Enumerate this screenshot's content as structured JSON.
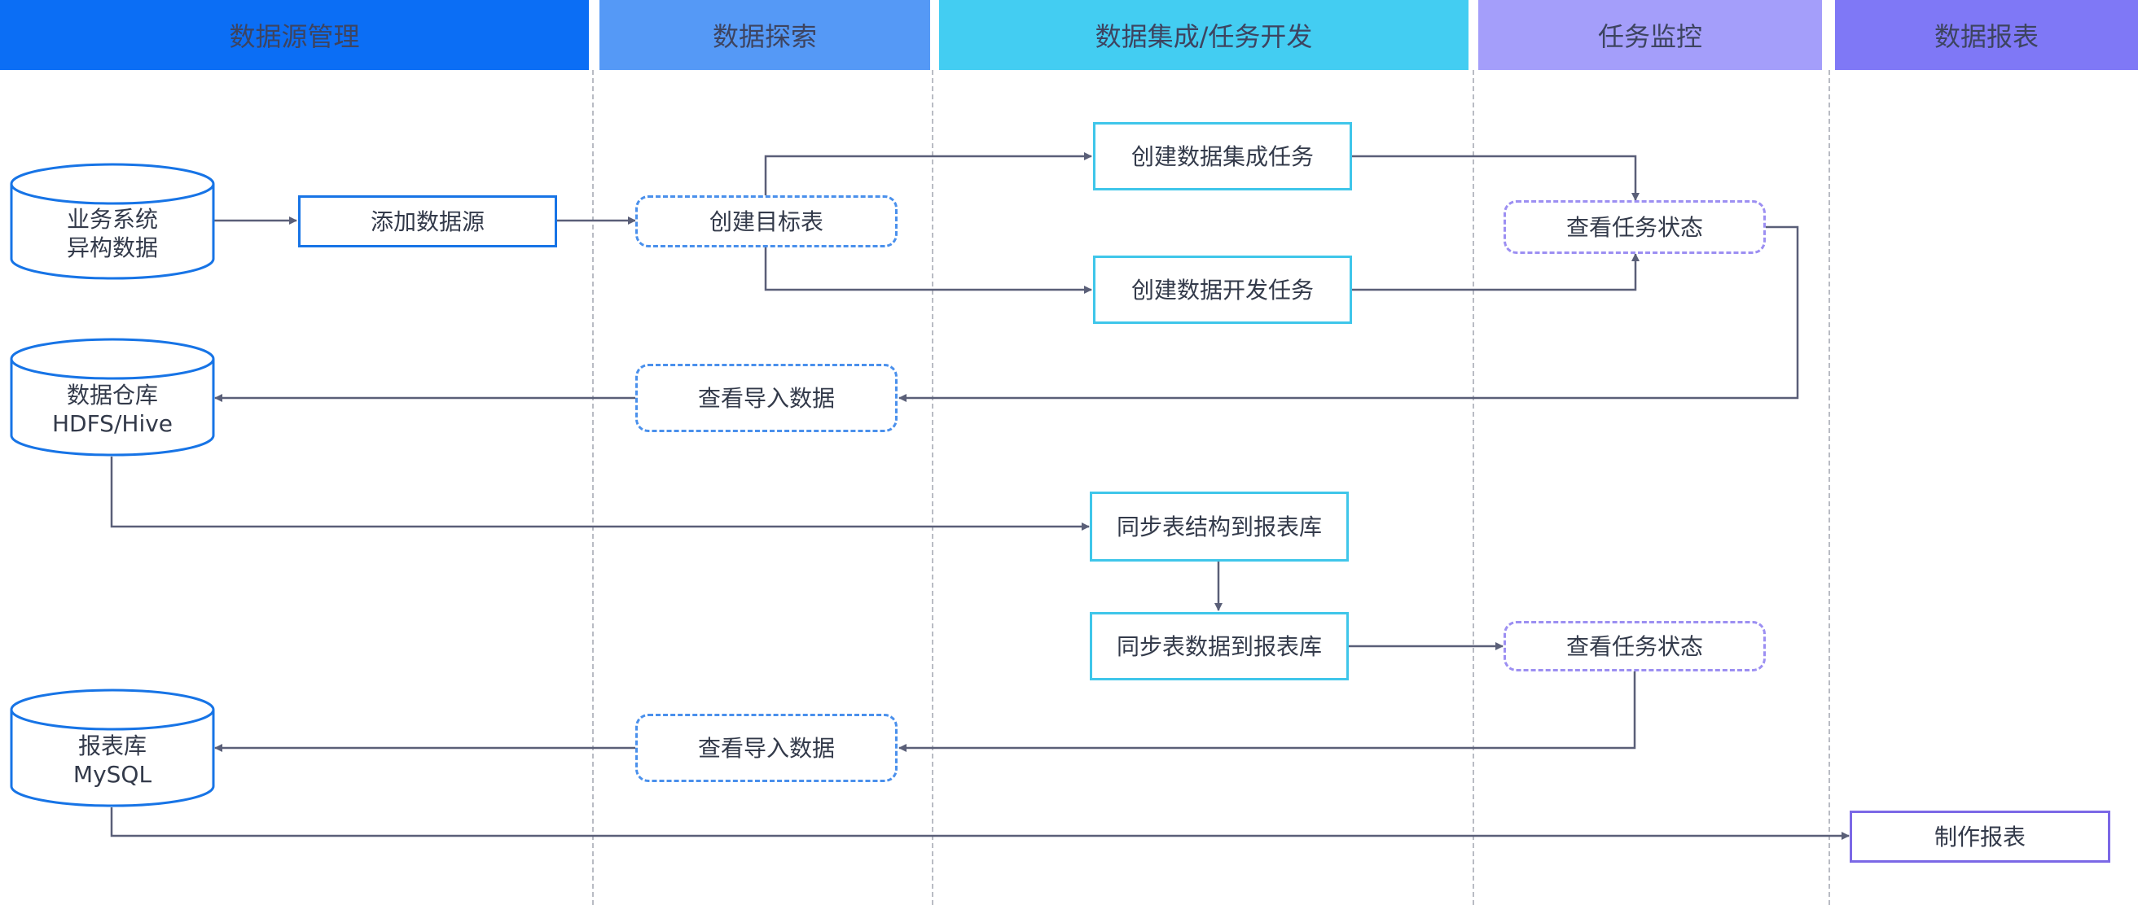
{
  "lanes": [
    {
      "label": "数据源管理",
      "color": "#0b6ef5"
    },
    {
      "label": "数据探索",
      "color": "#5599f6"
    },
    {
      "label": "数据集成/任务开发",
      "color": "#43cdf2"
    },
    {
      "label": "任务监控",
      "color": "#a49efa"
    },
    {
      "label": "数据报表",
      "color": "#7f78f6"
    }
  ],
  "databases": {
    "business": {
      "line1": "业务系统",
      "line2": "异构数据"
    },
    "warehouse": {
      "line1": "数据仓库",
      "line2": "HDFS/Hive"
    },
    "report_db": {
      "line1": "报表库",
      "line2": "MySQL"
    }
  },
  "nodes": {
    "add_source": "添加数据源",
    "create_target_table": "创建目标表",
    "view_import_1": "查看导入数据",
    "view_import_2": "查看导入数据",
    "create_integration_task": "创建数据集成任务",
    "create_dev_task": "创建数据开发任务",
    "sync_schema": "同步表结构到报表库",
    "sync_data": "同步表数据到报表库",
    "task_status_1": "查看任务状态",
    "task_status_2": "查看任务状态",
    "make_report": "制作报表"
  },
  "colors": {
    "connector": "#5a5f78",
    "db_stroke": "#1774e6",
    "divider": "#b9bcc4"
  }
}
